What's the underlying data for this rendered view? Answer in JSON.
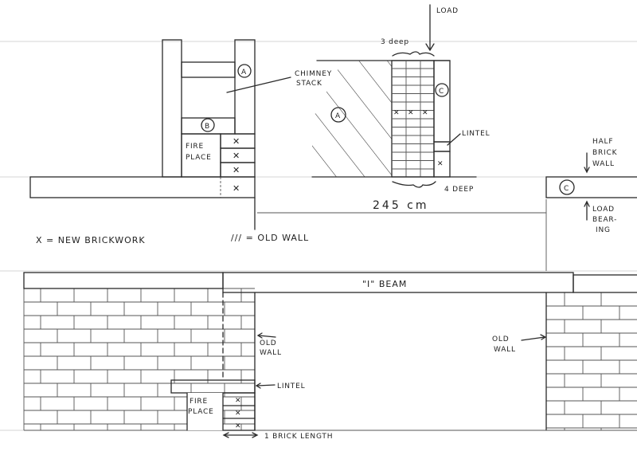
{
  "plan": {
    "chimney_label_line1": "CHIMNEY",
    "chimney_label_line2": "STACK",
    "marker_a": "A",
    "marker_b": "B",
    "marker_c": "C",
    "fireplace_line1": "FIRE",
    "fireplace_line2": "PLACE",
    "depth_top": "3 deep",
    "load": "LOAD",
    "lintel": "LINTEL",
    "depth_bottom": "4 DEEP",
    "dimension": "245 cm",
    "half_brick_line1": "HALF",
    "half_brick_line2": "BRICK",
    "half_brick_line3": "WALL",
    "load_bearing_line1": "LOAD",
    "load_bearing_line2": "BEAR-",
    "load_bearing_line3": "ING",
    "new_brick_mark": "X",
    "new_brick_symbol": "X",
    "x_mark": "✕"
  },
  "legend": {
    "new_brickwork": "X = NEW BRICKWORK",
    "old_wall": "/// = OLD WALL"
  },
  "elevation": {
    "beam_label": "\"I\" BEAM",
    "old_wall_left_line1": "OLD",
    "old_wall_left_line2": "WALL",
    "old_wall_right_line1": "OLD",
    "old_wall_right_line2": "WALL",
    "lintel": "LINTEL",
    "fireplace_line1": "FIRE",
    "fireplace_line2": "PLACE",
    "brick_length": "1 BRICK LENGTH"
  }
}
